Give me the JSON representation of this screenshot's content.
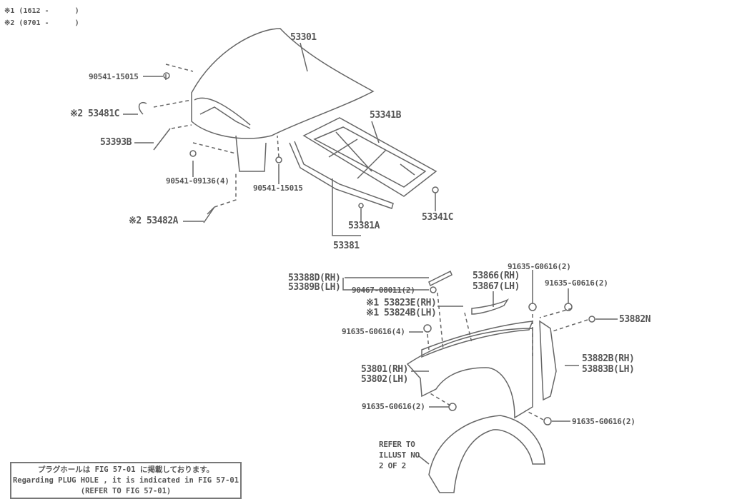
{
  "header": {
    "note1": "※1 (1612 -      )",
    "note2": "※2 (0701 -      )"
  },
  "labels": {
    "hood": "53301",
    "clip_top": "90541-15015",
    "seal_c": "※2 53481C",
    "bracket": "53393B",
    "clip_mid": "90541-09136(4)",
    "clip_right": "90541-15015",
    "seal_a": "※2 53482A",
    "insulator": "53341B",
    "seal_hood": "53381A",
    "seal_group": "53381",
    "clip_ins": "53341C",
    "mold_rh": "53388D(RH)",
    "mold_lh": "53389B(LH)",
    "screw_mold": "90467-08011(2)",
    "trim_rh": "※1 53823E(RH)",
    "trim_lh": "※1 53824B(LH)",
    "bolt4": "91635-G0616(4)",
    "cover_rh": "53866(RH)",
    "cover_lh": "53867(LH)",
    "bolt_top1": "91635-G0616(2)",
    "bolt_top2": "91635-G0616(2)",
    "seal_n": "53882N",
    "seal_rh": "53882B(RH)",
    "seal_lh": "53883B(LH)",
    "fender_rh": "53801(RH)",
    "fender_lh": "53802(LH)",
    "bolt_low": "91635-G0616(2)",
    "bolt_low2": "91635-G0616(2)",
    "refer1": "REFER TO",
    "refer2": "ILLUST NO",
    "refer3": "2 OF 2"
  },
  "note": {
    "jp": "プラグホールは FIG 57-01 に掲載しております。",
    "en": "Regarding PLUG HOLE , it is indicated in FIG 57-01",
    "ref": "(REFER TO FIG 57-01)"
  }
}
